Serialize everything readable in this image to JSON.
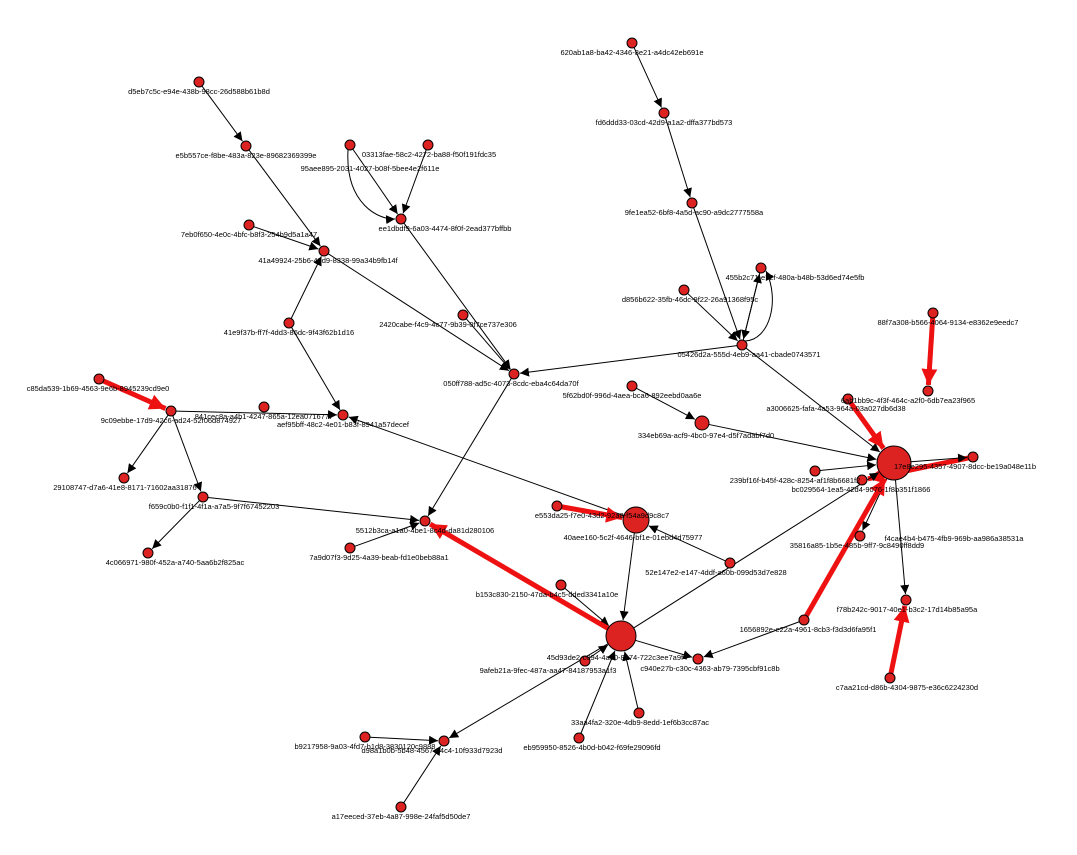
{
  "colors": {
    "node_fill": "#dd2222",
    "node_stroke": "#000000",
    "edge": "#000000",
    "strong_edge": "#ee1111",
    "label": "#000000",
    "background": "#ffffff"
  },
  "graph": {
    "nodes": [
      {
        "id": "n1",
        "label": "620ab1a8-ba42-4346-8e21-a4dc42eb691e"
      },
      {
        "id": "n2",
        "label": "fd6ddd33-03cd-42d9-a1a2-dffa377bd573"
      },
      {
        "id": "n3",
        "label": "9fe1ea52-6bf8-4a5d-ac90-a9dc2777558a"
      },
      {
        "id": "n4",
        "label": "455b2c71-e72f-480a-b48b-53d6ed74e5fb"
      },
      {
        "id": "n5",
        "label": "d856b622-35fb-46dc-9f22-26a91368f95c"
      },
      {
        "id": "n6",
        "label": "05426d2a-555d-4eb9-aa41-cbade0743571"
      },
      {
        "id": "n7",
        "label": "d5eb7c5c-e94e-438b-98cc-26d588b61b8d"
      },
      {
        "id": "n8",
        "label": "e5b557ce-f8be-483a-823e-89682369399e"
      },
      {
        "id": "n9",
        "label": "03313fae-58c2-4272-ba88-f50f191fdc35"
      },
      {
        "id": "n10",
        "label": "95aee895-2031-4027-b08f-5bee4e2f611e"
      },
      {
        "id": "n11",
        "label": "ee1dbdf9-6a03-4474-8f0f-2ead377bffbb"
      },
      {
        "id": "n12",
        "label": "7eb0f650-4e0c-4bfc-b8f3-254b9d5a1a47"
      },
      {
        "id": "n13",
        "label": "41a49924-25b6-49d9-8338-99a34b9fb14f"
      },
      {
        "id": "n14",
        "label": "2420cabe-f4c9-4c77-9b39-0f7ce737e306"
      },
      {
        "id": "n15",
        "label": "41e9f37b-ff7f-4dd3-86dc-9f43f62b1d16"
      },
      {
        "id": "n16",
        "label": "050ff788-ad5c-4073-8cdc-eba4c64da70f"
      },
      {
        "id": "n17",
        "label": "c85da539-1b69-4563-9e6b-8945239cd9e0"
      },
      {
        "id": "n18",
        "label": "9c09ebbe-17d9-42c6-ad24-52f06d874927"
      },
      {
        "id": "n19",
        "label": "841cec8a-a4b1-4247-865a-12ea0716777"
      },
      {
        "id": "n20",
        "label": "aef95bff-48c2-4e01-b83f-8941a57decef"
      },
      {
        "id": "n21",
        "label": "5f62bd0f-996d-4aea-bca6-892eebd0aa6e"
      },
      {
        "id": "n22",
        "label": "334eb69a-acf9-4bc0-97e4-d5f7adabf7d0"
      },
      {
        "id": "n23",
        "label": "29108747-d7a6-41e8-8171-71602aa31876"
      },
      {
        "id": "n24",
        "label": "f659c0b0-f1f1-4f1a-a7a5-9f7f67452203"
      },
      {
        "id": "n25",
        "label": "4c066971-980f-452a-a740-5aa6b2f825ac"
      },
      {
        "id": "n26",
        "label": "5512b3ca-a1a0-4be1-8c4d-da81d280106"
      },
      {
        "id": "n27",
        "label": "7a9d07f3-9d25-4a39-beab-fd1e0beb88a1"
      },
      {
        "id": "n28",
        "label": "e553da25-f7e0-43d2-92a8-f54a9d9c8c7"
      },
      {
        "id": "n29",
        "label": "40aee160-5c2f-4646-bf1e-01ebd4d75977"
      },
      {
        "id": "n30",
        "label": "88f7a308-b566-4064-9134-e8362e9eedc7"
      },
      {
        "id": "n31",
        "label": "6ab1bb9c-4f3f-464c-a2f0-6db7ea23f965"
      },
      {
        "id": "n32",
        "label": "a3006625-fafa-4a53-964a-03a027db6d38"
      },
      {
        "id": "n33",
        "label": "17e8e295-4357-4907-8dcc-be19a048e11b"
      },
      {
        "id": "n34",
        "label": "239bf16f-b45f-428c-8254-af1f8b6681f2"
      },
      {
        "id": "n35",
        "label": "bc029564-1ea5-42d4-9076-1f8b351f1866"
      },
      {
        "id": "n36",
        "label": "f4cae4b4-b475-4fb9-969b-aa986a38531a"
      },
      {
        "id": "n37",
        "label": "35816a85-1b5e-485b-9ff7-9c8490ff8dd9"
      },
      {
        "id": "n38",
        "label": "52e147e2-e147-4ddf-a60b-099d53d7e828"
      },
      {
        "id": "n39",
        "label": "b153c830-2150-47da-b4c5-dded3341a10e"
      },
      {
        "id": "n40",
        "label": "1656892e-e22a-4961-8cb3-f3d3d6fa95f1"
      },
      {
        "id": "n41",
        "label": "f78b242c-9017-40e1-b3c2-17d14b85a95a"
      },
      {
        "id": "n42",
        "label": "c7aa21cd-d86b-4304-9875-e36c6224230d"
      },
      {
        "id": "n43",
        "label": "45d93de2-c094-4a60-8e74-722c3ee7a9f4"
      },
      {
        "id": "n44",
        "label": "9afeb21a-9fec-487a-aa47-84187953a1f3"
      },
      {
        "id": "n45",
        "label": "c940e27b-c30c-4363-ab79-7395cbf91c8b"
      },
      {
        "id": "n46",
        "label": "33aa4fa2-320e-4db9-8edd-1ef6b3cc87ac"
      },
      {
        "id": "n47",
        "label": "eb959950-8526-4b0d-b042-f69fe29096fd"
      },
      {
        "id": "n48",
        "label": "b9217958-9a03-4fd7-b1d8-3830120c9888"
      },
      {
        "id": "n49",
        "label": "d98a1b0b-5b48-4567-84c4-10f933d7923d"
      },
      {
        "id": "n50",
        "label": "a17eeced-37eb-4a87-998e-24faf5d50de7"
      }
    ]
  }
}
